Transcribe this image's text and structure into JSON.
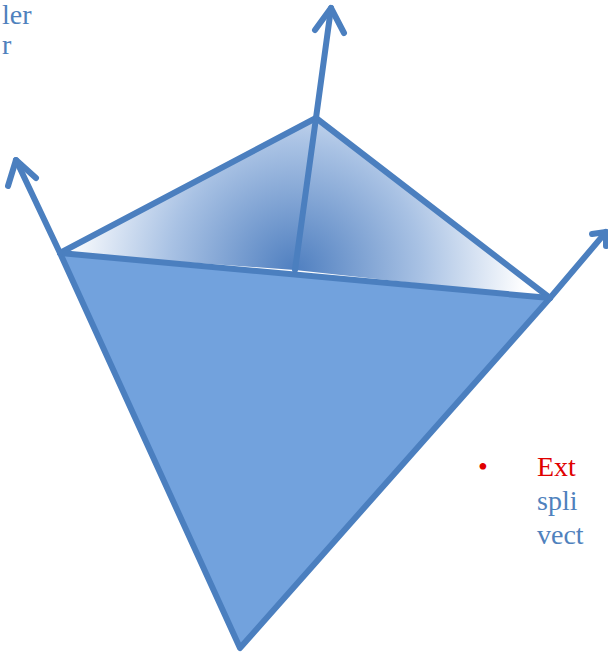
{
  "diagram": {
    "labels": [
      "ler",
      "r",
      "•",
      "Ext",
      "spli",
      "vect"
    ]
  }
}
